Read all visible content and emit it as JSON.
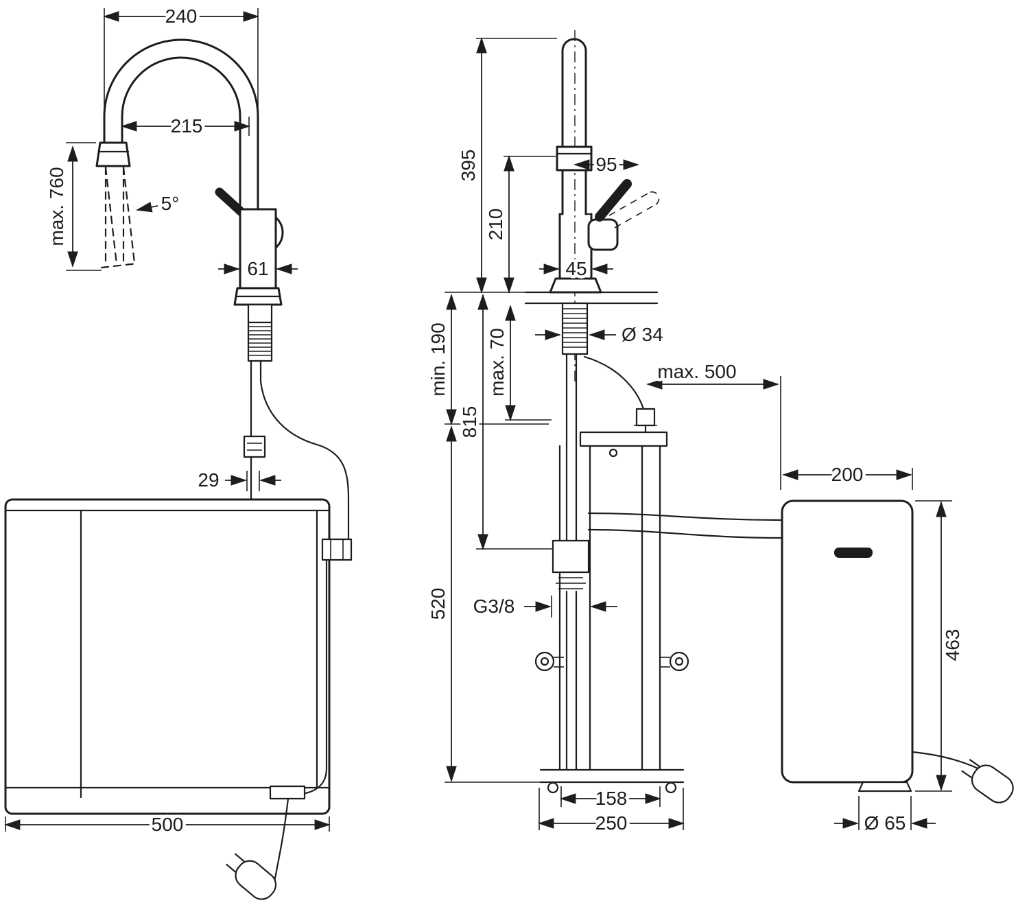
{
  "meta": {
    "drawing_type": "faucet installation dimensional drawing",
    "colors": {
      "line": "#1d1d1b",
      "background": "#ffffff"
    }
  },
  "dims": {
    "left": {
      "reach": "240",
      "inner_reach": "215",
      "hose_extension": "max. 760",
      "swivel": "5°",
      "body_width": "61",
      "hose_gap": "29",
      "cabinet_width": "500"
    },
    "right": {
      "height_top": "395",
      "spout_height": "210",
      "handle_length": "95",
      "body_depth": "45",
      "clearance_min": "min. 190",
      "total_height": "815",
      "deck_max": "max. 70",
      "hole_dia": "Ø 34",
      "hose_max": "max. 500",
      "unit_depth": "200",
      "thread": "G3/8",
      "frame_height": "520",
      "unit_height": "463",
      "rail_span": "158",
      "base_width": "250",
      "foot_dia": "Ø 65"
    }
  }
}
